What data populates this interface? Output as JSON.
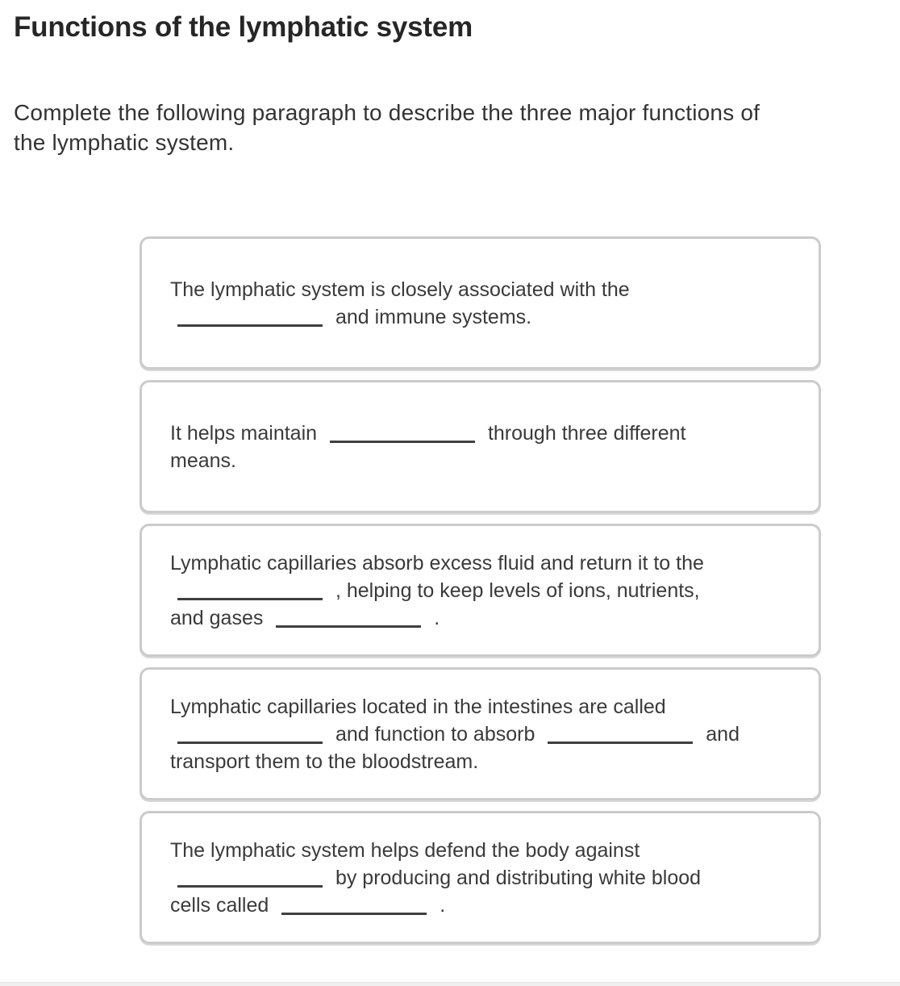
{
  "theme": {
    "title_color": "#262626",
    "text_color": "#3a3a3a",
    "card_border": "#cbcbcb",
    "blank_line": "#3f3f3f",
    "bottom_strip": "#f0f0f0"
  },
  "page": {
    "title": "Functions of the lymphatic system",
    "instruction": "Complete the following paragraph to describe the three major functions of\nthe lymphatic system."
  },
  "cards": [
    {
      "parts": [
        "The lymphatic system is closely associated with the\n",
        "and immune systems."
      ]
    },
    {
      "parts": [
        "It helps maintain",
        "through three different\nmeans."
      ]
    },
    {
      "parts": [
        "Lymphatic capillaries absorb excess fluid and return it to the\n",
        ", helping to keep levels of ions, nutrients,\nand gases",
        "."
      ]
    },
    {
      "parts": [
        "Lymphatic capillaries located in the intestines are called\n",
        "and function to absorb",
        "and\ntransport them to the bloodstream."
      ]
    },
    {
      "parts": [
        "The lymphatic system helps defend the body against\n",
        "by producing and distributing white blood\ncells called",
        "."
      ]
    }
  ]
}
